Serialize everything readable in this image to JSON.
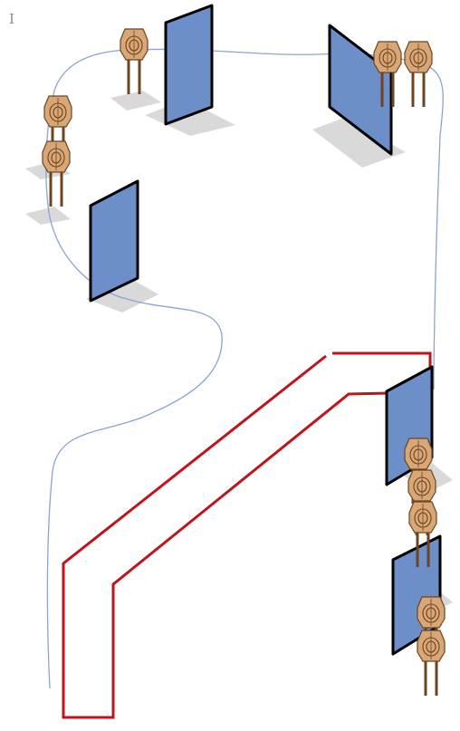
{
  "cursor_glyph": "I",
  "colors": {
    "panel_fill": "#6d8fc9",
    "panel_edge": "#000000",
    "shadow": "#cfcfcf",
    "target_face": "#d9a676",
    "target_ring": "#6b4520",
    "target_leg": "#6b4520",
    "path_line": "#8ba4cf",
    "fault_line": "#c0141c",
    "background": "#ffffff"
  },
  "icons": {
    "panel": "blue-barricade-panel-icon",
    "target": "steel-target-on-stand-icon",
    "path": "shooter-path-line",
    "fault": "fault-line-box"
  }
}
